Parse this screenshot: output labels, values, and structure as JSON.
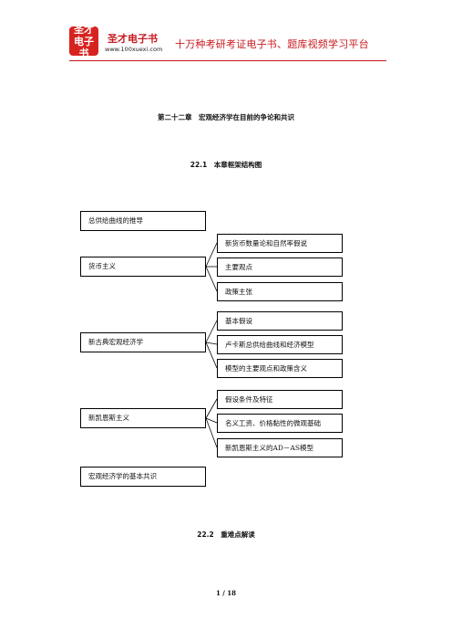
{
  "header": {
    "logo_line1": "圣才",
    "logo_line2": "电子书",
    "brand": "圣才电子书",
    "site": "www.100xuexi.com",
    "slogan": "十万种考研考证电子书、题库视频学习平台"
  },
  "chapter_title": "第二十二章　宏观经济学在目前的争论和共识",
  "section1_title": "22.1　本章框架结构图",
  "diagram": {
    "top_box": "总供给曲线的推导",
    "groups": [
      {
        "label": "货币主义",
        "children": [
          "新货币数量论和自然率假说",
          "主要观点",
          "政策主张"
        ]
      },
      {
        "label": "新古典宏观经济学",
        "children": [
          "基本假设",
          "卢卡斯总供给曲线和经济模型",
          "模型的主要观点和政策含义"
        ]
      },
      {
        "label": "新凯恩斯主义",
        "children": [
          "假设条件及特征",
          "名义工资、价格黏性的微观基础",
          "新凯恩斯主义的AD－AS模型"
        ]
      }
    ],
    "bottom_box": "宏观经济学的基本共识"
  },
  "section2_title": "22.2　重难点解读",
  "page_number": "1 / 18"
}
